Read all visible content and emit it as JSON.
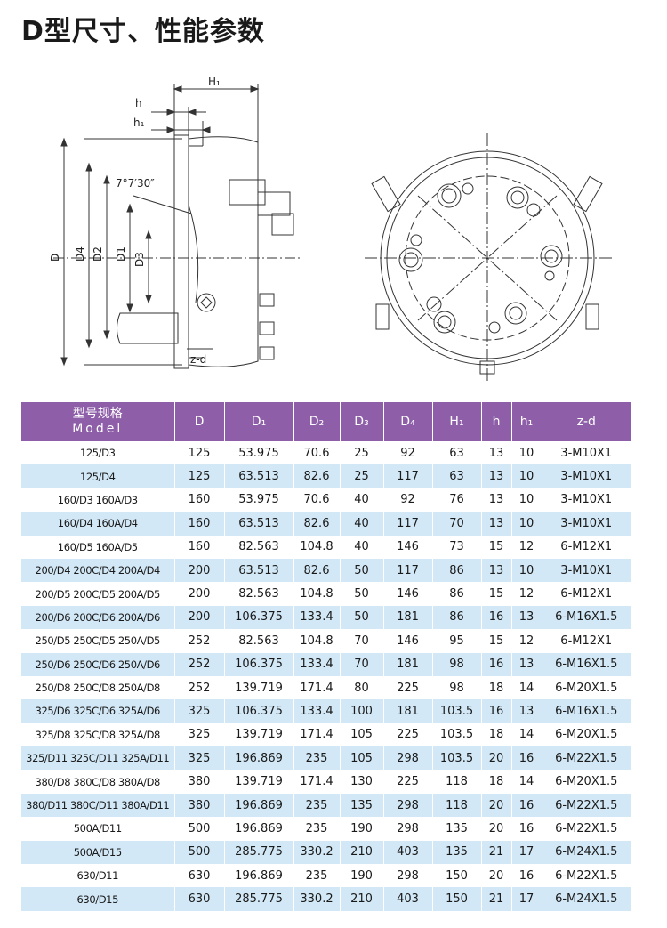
{
  "title": "D型尺寸、性能参数",
  "drawing": {
    "labels": {
      "h": "h",
      "h1": "h₁",
      "H1": "H₁",
      "angle": "7°7′30″",
      "D": "D",
      "D4": "D4",
      "D2": "D2",
      "D1": "D1",
      "D3": "D3",
      "zd": "z-d"
    }
  },
  "table": {
    "header": {
      "model_cn": "型号规格",
      "model_en": "Model",
      "cols": [
        "D",
        "D₁",
        "D₂",
        "D₃",
        "D₄",
        "H₁",
        "h",
        "h₁",
        "z-d"
      ]
    },
    "rows": [
      [
        "125/D3",
        "125",
        "53.975",
        "70.6",
        "25",
        "92",
        "63",
        "13",
        "10",
        "3-M10X1"
      ],
      [
        "125/D4",
        "125",
        "63.513",
        "82.6",
        "25",
        "117",
        "63",
        "13",
        "10",
        "3-M10X1"
      ],
      [
        "160/D3  160A/D3",
        "160",
        "53.975",
        "70.6",
        "40",
        "92",
        "76",
        "13",
        "10",
        "3-M10X1"
      ],
      [
        "160/D4  160A/D4",
        "160",
        "63.513",
        "82.6",
        "40",
        "117",
        "70",
        "13",
        "10",
        "3-M10X1"
      ],
      [
        "160/D5  160A/D5",
        "160",
        "82.563",
        "104.8",
        "40",
        "146",
        "73",
        "15",
        "12",
        "6-M12X1"
      ],
      [
        "200/D4  200C/D4  200A/D4",
        "200",
        "63.513",
        "82.6",
        "50",
        "117",
        "86",
        "13",
        "10",
        "3-M10X1"
      ],
      [
        "200/D5  200C/D5  200A/D5",
        "200",
        "82.563",
        "104.8",
        "50",
        "146",
        "86",
        "15",
        "12",
        "6-M12X1"
      ],
      [
        "200/D6  200C/D6  200A/D6",
        "200",
        "106.375",
        "133.4",
        "50",
        "181",
        "86",
        "16",
        "13",
        "6-M16X1.5"
      ],
      [
        "250/D5  250C/D5  250A/D5",
        "252",
        "82.563",
        "104.8",
        "70",
        "146",
        "95",
        "15",
        "12",
        "6-M12X1"
      ],
      [
        "250/D6  250C/D6  250A/D6",
        "252",
        "106.375",
        "133.4",
        "70",
        "181",
        "98",
        "16",
        "13",
        "6-M16X1.5"
      ],
      [
        "250/D8  250C/D8  250A/D8",
        "252",
        "139.719",
        "171.4",
        "80",
        "225",
        "98",
        "18",
        "14",
        "6-M20X1.5"
      ],
      [
        "325/D6  325C/D6  325A/D6",
        "325",
        "106.375",
        "133.4",
        "100",
        "181",
        "103.5",
        "16",
        "13",
        "6-M16X1.5"
      ],
      [
        "325/D8  325C/D8  325A/D8",
        "325",
        "139.719",
        "171.4",
        "105",
        "225",
        "103.5",
        "18",
        "14",
        "6-M20X1.5"
      ],
      [
        "325/D11  325C/D11  325A/D11",
        "325",
        "196.869",
        "235",
        "105",
        "298",
        "103.5",
        "20",
        "16",
        "6-M22X1.5"
      ],
      [
        "380/D8  380C/D8  380A/D8",
        "380",
        "139.719",
        "171.4",
        "130",
        "225",
        "118",
        "18",
        "14",
        "6-M20X1.5"
      ],
      [
        "380/D11  380C/D11  380A/D11",
        "380",
        "196.869",
        "235",
        "135",
        "298",
        "118",
        "20",
        "16",
        "6-M22X1.5"
      ],
      [
        "500A/D11",
        "500",
        "196.869",
        "235",
        "190",
        "298",
        "135",
        "20",
        "16",
        "6-M22X1.5"
      ],
      [
        "500A/D15",
        "500",
        "285.775",
        "330.2",
        "210",
        "403",
        "135",
        "21",
        "17",
        "6-M24X1.5"
      ],
      [
        "630/D11",
        "630",
        "196.869",
        "235",
        "190",
        "298",
        "150",
        "20",
        "16",
        "6-M22X1.5"
      ],
      [
        "630/D15",
        "630",
        "285.775",
        "330.2",
        "210",
        "403",
        "150",
        "21",
        "17",
        "6-M24X1.5"
      ]
    ]
  }
}
